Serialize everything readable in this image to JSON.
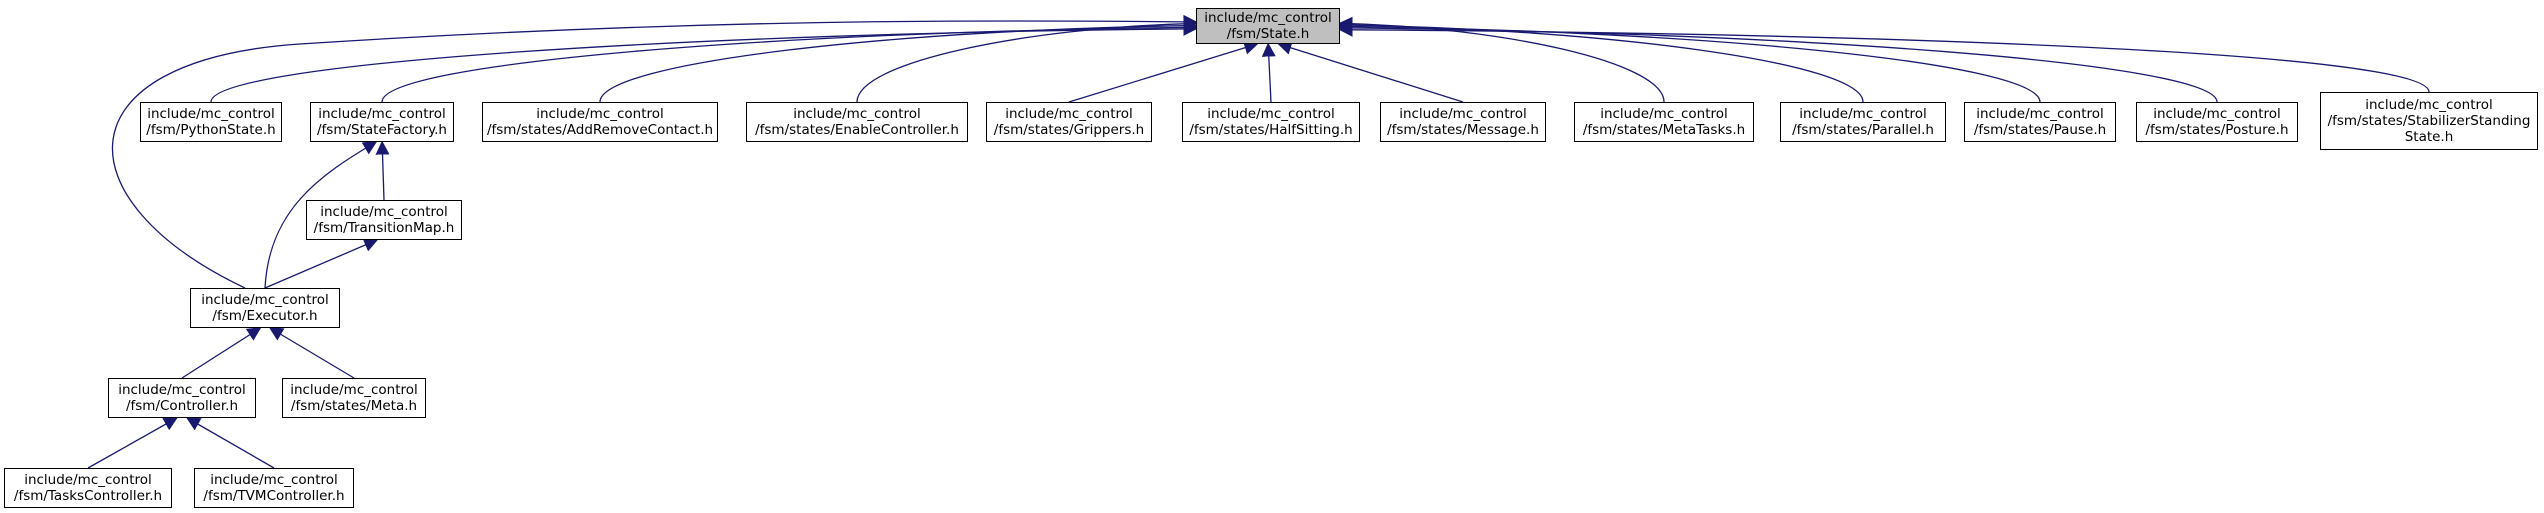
{
  "graph": {
    "edge_color": "#191970",
    "root": {
      "id": "state",
      "line1": "include/mc_control",
      "line2": "/fsm/State.h",
      "fill": "#bfbfbf"
    },
    "nodes": [
      {
        "id": "pythonstate",
        "line1": "include/mc_control",
        "line2": "/fsm/PythonState.h"
      },
      {
        "id": "statefactory",
        "line1": "include/mc_control",
        "line2": "/fsm/StateFactory.h"
      },
      {
        "id": "addremovecontact",
        "line1": "include/mc_control",
        "line2": "/fsm/states/AddRemoveContact.h"
      },
      {
        "id": "enablecontroller",
        "line1": "include/mc_control",
        "line2": "/fsm/states/EnableController.h"
      },
      {
        "id": "grippers",
        "line1": "include/mc_control",
        "line2": "/fsm/states/Grippers.h"
      },
      {
        "id": "halfsitting",
        "line1": "include/mc_control",
        "line2": "/fsm/states/HalfSitting.h"
      },
      {
        "id": "message",
        "line1": "include/mc_control",
        "line2": "/fsm/states/Message.h"
      },
      {
        "id": "metatasks",
        "line1": "include/mc_control",
        "line2": "/fsm/states/MetaTasks.h"
      },
      {
        "id": "parallel",
        "line1": "include/mc_control",
        "line2": "/fsm/states/Parallel.h"
      },
      {
        "id": "pause",
        "line1": "include/mc_control",
        "line2": "/fsm/states/Pause.h"
      },
      {
        "id": "posture",
        "line1": "include/mc_control",
        "line2": "/fsm/states/Posture.h"
      },
      {
        "id": "stabilizer",
        "line1": "include/mc_control",
        "line2": "/fsm/states/StabilizerStanding",
        "line3": "State.h"
      },
      {
        "id": "transitionmap",
        "line1": "include/mc_control",
        "line2": "/fsm/TransitionMap.h"
      },
      {
        "id": "executor",
        "line1": "include/mc_control",
        "line2": "/fsm/Executor.h"
      },
      {
        "id": "controller",
        "line1": "include/mc_control",
        "line2": "/fsm/Controller.h"
      },
      {
        "id": "meta",
        "line1": "include/mc_control",
        "line2": "/fsm/states/Meta.h"
      },
      {
        "id": "taskscontroller",
        "line1": "include/mc_control",
        "line2": "/fsm/TasksController.h"
      },
      {
        "id": "tvmcontroller",
        "line1": "include/mc_control",
        "line2": "/fsm/TVMController.h"
      }
    ],
    "edges": [
      {
        "from": "executor",
        "to": "state"
      },
      {
        "from": "pythonstate",
        "to": "state"
      },
      {
        "from": "statefactory",
        "to": "state"
      },
      {
        "from": "addremovecontact",
        "to": "state"
      },
      {
        "from": "enablecontroller",
        "to": "state"
      },
      {
        "from": "grippers",
        "to": "state"
      },
      {
        "from": "halfsitting",
        "to": "state"
      },
      {
        "from": "message",
        "to": "state"
      },
      {
        "from": "metatasks",
        "to": "state"
      },
      {
        "from": "parallel",
        "to": "state"
      },
      {
        "from": "pause",
        "to": "state"
      },
      {
        "from": "posture",
        "to": "state"
      },
      {
        "from": "stabilizer",
        "to": "state"
      },
      {
        "from": "executor",
        "to": "statefactory"
      },
      {
        "from": "transitionmap",
        "to": "statefactory"
      },
      {
        "from": "executor",
        "to": "transitionmap"
      },
      {
        "from": "controller",
        "to": "executor"
      },
      {
        "from": "meta",
        "to": "executor"
      },
      {
        "from": "taskscontroller",
        "to": "controller"
      },
      {
        "from": "tvmcontroller",
        "to": "controller"
      }
    ]
  }
}
